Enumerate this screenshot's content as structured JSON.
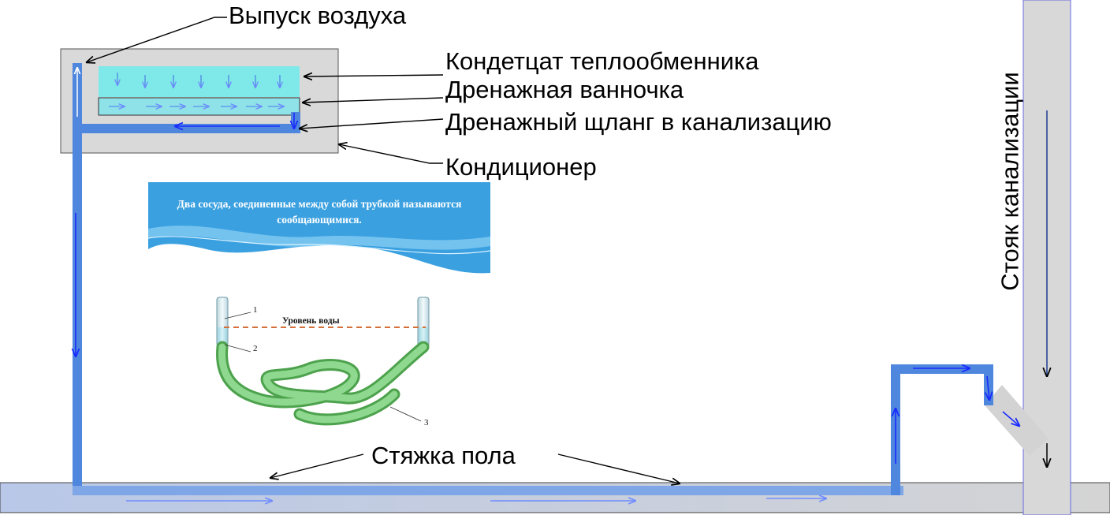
{
  "labels": {
    "air_release": "Выпуск воздуха",
    "condensate": "Кондетцат  теплообменника",
    "drain_tray": "Дренажная ванночка",
    "drain_hose": "Дренажный щланг в канализацию",
    "air_conditioner": "Кондиционер",
    "floor_screed": "Стяжка пола",
    "sewer_riser": "Стояк канализации"
  },
  "inset": {
    "banner_text": "Два сосуда, соединенные между собой трубкой называются сообщающимися.",
    "water_level": "Уровень воды",
    "marker_1": "1",
    "marker_2": "2",
    "marker_3": "3"
  },
  "colors": {
    "pipe": "#4f86de",
    "flow_arrow": "#1a2cff",
    "unit_body": "#d9d9d9",
    "condensate": "#7fe8e8",
    "floor": "#d6d6d6",
    "riser": "#d8d8d8",
    "banner": "#3aa0e0",
    "hose": "#6cc06c"
  },
  "icons": {
    "flow": "blue-arrow",
    "leader": "black-arrow"
  }
}
